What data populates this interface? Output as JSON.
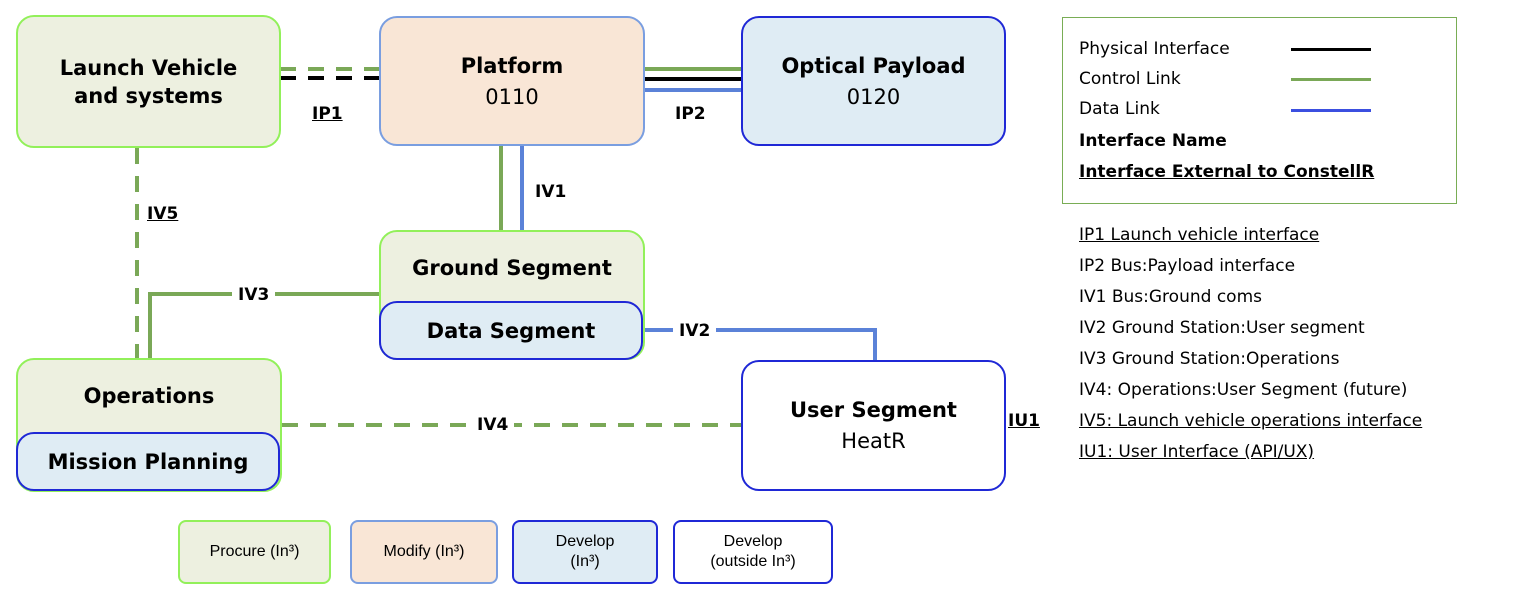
{
  "colors": {
    "physical": "#000000",
    "control": "#7aa857",
    "data": "#5b82d8",
    "procure_border": "#92f05a",
    "modify_border": "#7a9ee0",
    "develop_border": "#1f28d6"
  },
  "boxes": {
    "launch_vehicle": {
      "title": "Launch Vehicle and systems"
    },
    "platform": {
      "title": "Platform",
      "code": "0110"
    },
    "optical_payload": {
      "title": "Optical Payload",
      "code": "0120"
    },
    "ground_segment": {
      "title": "Ground Segment"
    },
    "data_segment": {
      "title": "Data Segment"
    },
    "operations": {
      "title": "Operations"
    },
    "mission_planning": {
      "title": "Mission Planning"
    },
    "user_segment": {
      "title": "User Segment",
      "code": "HeatR"
    }
  },
  "interface_labels": {
    "ip1": "IP1",
    "ip2": "IP2",
    "iv1": "IV1",
    "iv2": "IV2",
    "iv3": "IV3",
    "iv4": "IV4",
    "iv5": "IV5",
    "iu1": "IU1"
  },
  "legend": {
    "physical": "Physical Interface",
    "control": "Control Link",
    "data": "Data Link",
    "name": "Interface Name",
    "external": "Interface External to ConstellR"
  },
  "interfaces": [
    "IP1 Launch vehicle interface",
    "IP2 Bus:Payload interface",
    "IV1 Bus:Ground coms",
    "IV2 Ground Station:User segment",
    "IV3 Ground Station:Operations",
    "IV4: Operations:User Segment (future)",
    "IV5: Launch vehicle operations interface",
    "IU1: User Interface (API/UX)"
  ],
  "key": {
    "procure": "Procure (In³)",
    "modify": "Modify (In³)",
    "develop_line1": "Develop",
    "develop_line2": "(In³)",
    "develop_out_line1": "Develop",
    "develop_out_line2": "(outside In³)"
  }
}
